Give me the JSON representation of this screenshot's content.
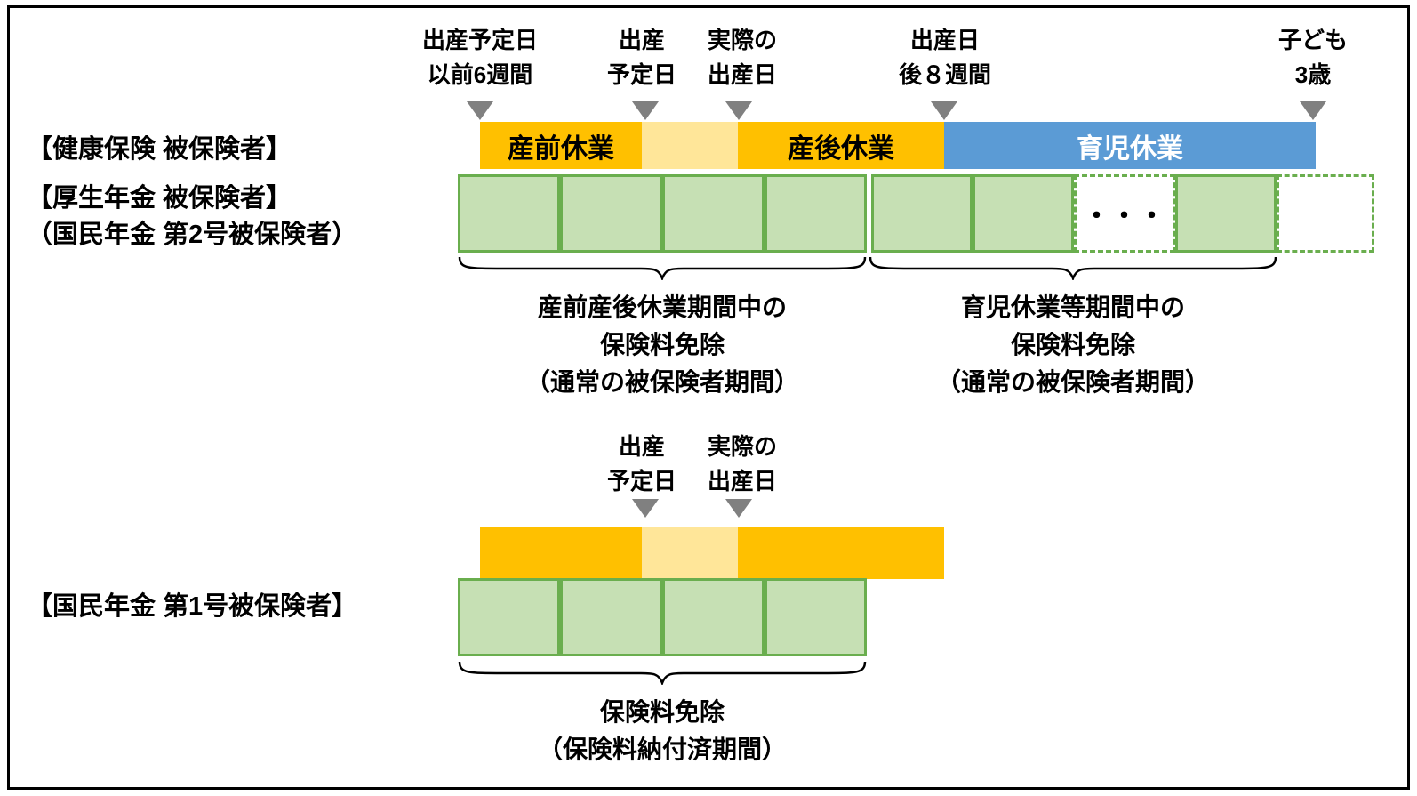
{
  "colors": {
    "orange": "#FFC000",
    "pale_yellow": "#FFE699",
    "blue": "#5B9BD5",
    "green_fill": "#C6E0B4",
    "green_border": "#6AAE4E",
    "triangle": "#808080"
  },
  "top": {
    "milestones": [
      {
        "line1": "出産予定日",
        "line2": "以前6週間"
      },
      {
        "line1": "出産",
        "line2": "予定日"
      },
      {
        "line1": "実際の",
        "line2": "出産日"
      },
      {
        "line1": "出産日",
        "line2": "後８週間"
      },
      {
        "line1": "子ども",
        "line2": "3歳"
      }
    ],
    "row1_label": "【健康保険 被保険者】",
    "segments": {
      "prenatal": "産前休業",
      "postnatal": "産後休業",
      "childcare": "育児休業"
    },
    "row2_label_line1": "【厚生年金 被保険者】",
    "row2_label_line2": "（国民年金 第2号被保険者）",
    "ellipsis": "・・・",
    "exemption1": {
      "line1": "産前産後休業期間中の",
      "line2": "保険料免除",
      "line3": "（通常の被保険者期間）"
    },
    "exemption2": {
      "line1": "育児休業等期間中の",
      "line2": "保険料免除",
      "line3": "（通常の被保険者期間）"
    }
  },
  "bottom": {
    "milestones": [
      {
        "line1": "出産",
        "line2": "予定日"
      },
      {
        "line1": "実際の",
        "line2": "出産日"
      }
    ],
    "row_label": "【国民年金 第1号被保険者】",
    "exemption": {
      "line1": "保険料免除",
      "line2": "（保険料納付済期間）"
    }
  }
}
